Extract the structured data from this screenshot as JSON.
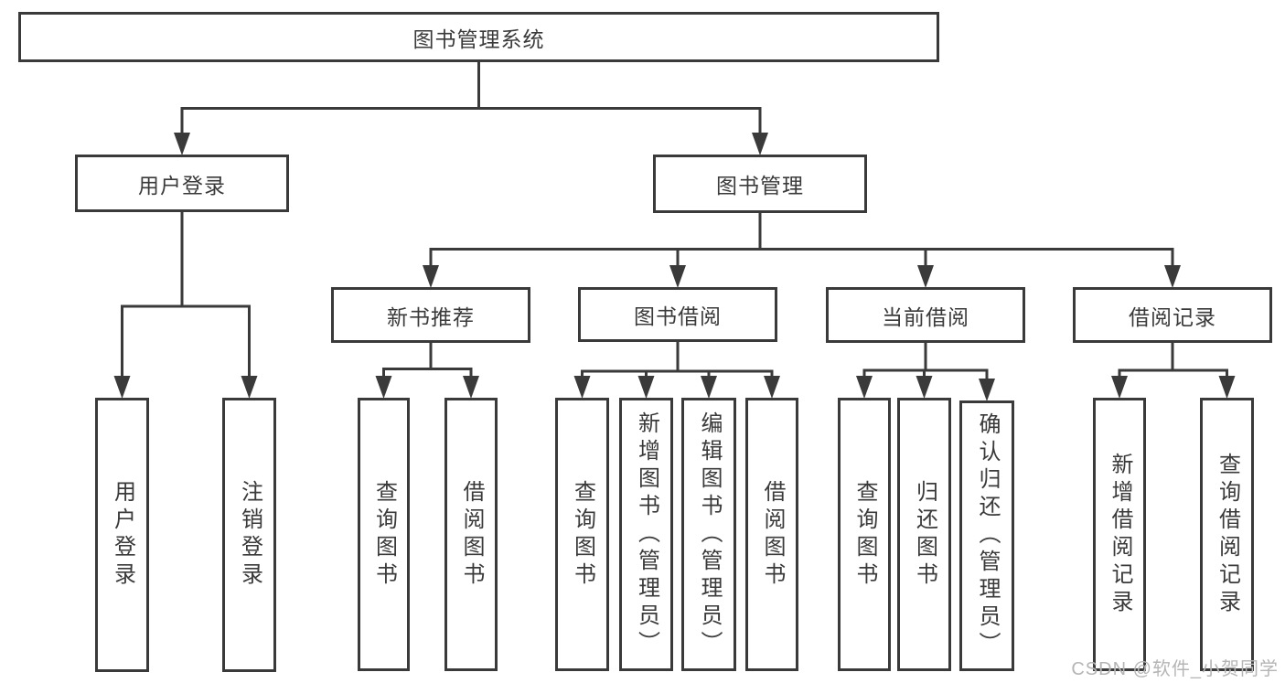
{
  "diagram_title": "图书管理系统",
  "tree": {
    "root": {
      "label": "图书管理系统",
      "children": [
        {
          "label": "用户登录",
          "children": [
            {
              "label": "用户登录"
            },
            {
              "label": "注销登录"
            }
          ]
        },
        {
          "label": "图书管理",
          "children": [
            {
              "label": "新书推荐",
              "children": [
                {
                  "label": "查询图书"
                },
                {
                  "label": "借阅图书"
                }
              ]
            },
            {
              "label": "图书借阅",
              "children": [
                {
                  "label": "查询图书"
                },
                {
                  "label": "新增图书（管理员）"
                },
                {
                  "label": "编辑图书（管理员）"
                },
                {
                  "label": "借阅图书"
                }
              ]
            },
            {
              "label": "当前借阅",
              "children": [
                {
                  "label": "查询图书"
                },
                {
                  "label": "归还图书"
                },
                {
                  "label": "确认归还（管理员）"
                }
              ]
            },
            {
              "label": "借阅记录",
              "children": [
                {
                  "label": "新增借阅记录"
                },
                {
                  "label": "查询借阅记录"
                }
              ]
            }
          ]
        }
      ]
    }
  },
  "watermark": {
    "text": "CSDN @软件_小贺同学"
  },
  "colors": {
    "line": "#3a3a3a",
    "box_border": "#3a3a3a",
    "box_fill": "#ffffff",
    "text": "#3a3a3a",
    "watermark": "#b5b5b5",
    "background": "#ffffff"
  }
}
